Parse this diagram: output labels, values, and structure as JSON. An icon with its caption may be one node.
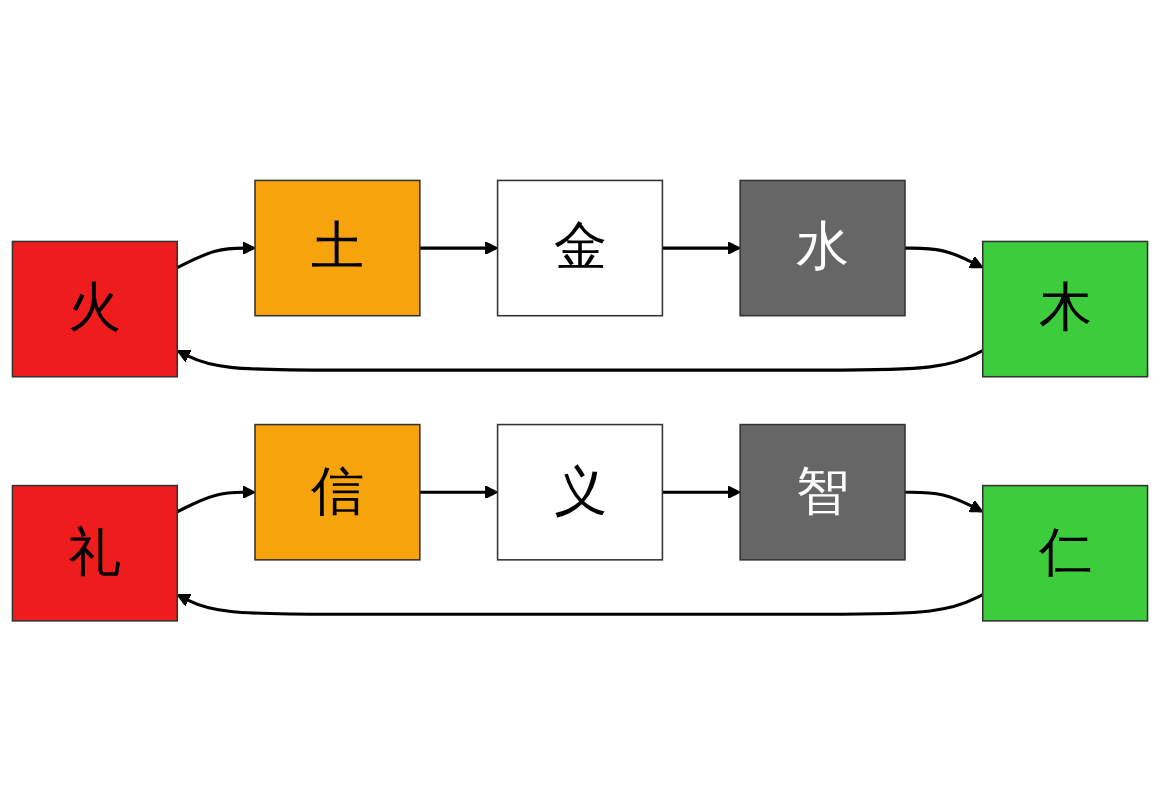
{
  "diagram": {
    "nodes": [
      {
        "text": [
          "火"
        ]
      },
      {
        "text": [
          "木"
        ]
      },
      {
        "text": [
          "土"
        ]
      },
      {
        "text": [
          "金"
        ]
      },
      {
        "text": [
          "水"
        ]
      },
      {
        "text": [
          "礼"
        ]
      },
      {
        "text": [
          "仁"
        ]
      },
      {
        "text": [
          "信"
        ]
      },
      {
        "text": [
          "义"
        ]
      },
      {
        "text": [
          "智"
        ]
      }
    ],
    "edges": [
      {
        "from": 1,
        "to": 0,
        "arrow": "to"
      },
      {
        "from": 0,
        "to": 2,
        "arrow": "to"
      },
      {
        "from": 2,
        "to": 3,
        "arrow": "to"
      },
      {
        "from": 3,
        "to": 4,
        "arrow": "to"
      },
      {
        "from": 4,
        "to": 1,
        "arrow": "to"
      },
      {
        "from": 6,
        "to": 5,
        "arrow": "to"
      },
      {
        "from": 5,
        "to": 7,
        "arrow": "to"
      },
      {
        "from": 7,
        "to": 8,
        "arrow": "to"
      },
      {
        "from": 8,
        "to": 9,
        "arrow": "to"
      },
      {
        "from": 9,
        "to": 6,
        "arrow": "to"
      }
    ]
  }
}
